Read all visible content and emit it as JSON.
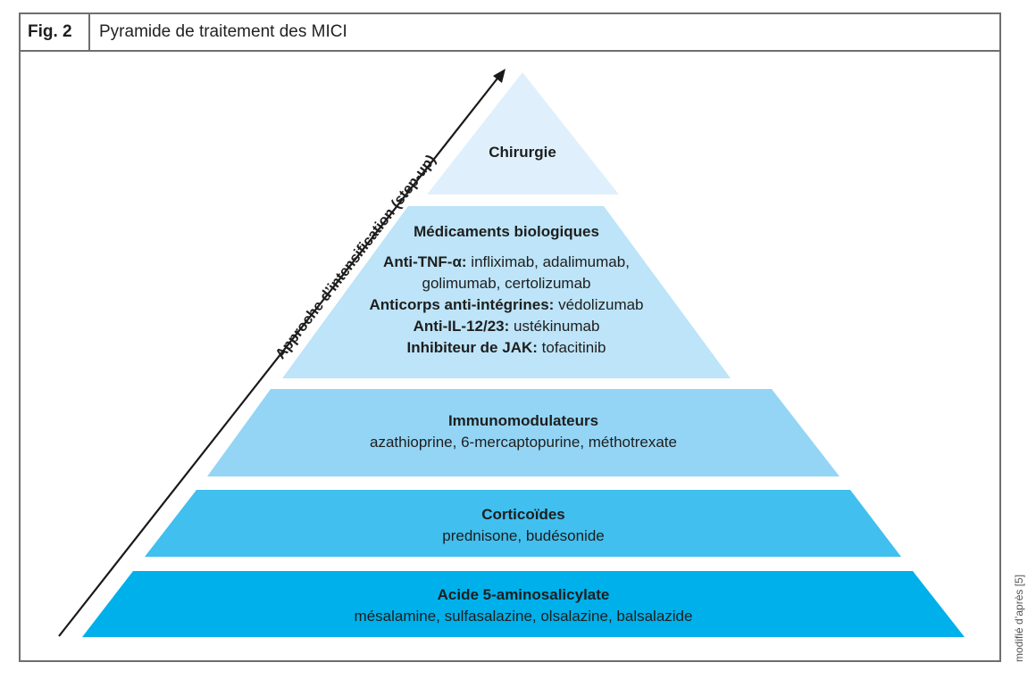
{
  "header": {
    "fig_label": "Fig. 2",
    "title": "Pyramide de traitement des MICI"
  },
  "axis": {
    "label": "Approche d’intensification (step-up)"
  },
  "side_note": "modifié d’après [5]",
  "colors": {
    "tier1": "#dff0fc",
    "tier2": "#bde4f8",
    "tier3": "#94d5f5",
    "tier4": "#41bfef",
    "tier5": "#00b0ea",
    "border": "#6e6e6e",
    "arrow": "#1a1a1a"
  },
  "tiers": [
    {
      "title": "Chirurgie"
    },
    {
      "title": "Médicaments biologiques",
      "lines": [
        {
          "bold": "Anti-TNF-α:",
          "text": " infliximab, adalimumab,"
        },
        {
          "bold": "",
          "text": "golimumab, certolizumab"
        },
        {
          "bold": "Anticorps anti-intégrines:",
          "text": " védolizumab"
        },
        {
          "bold": "Anti-IL-12/23:",
          "text": " ustékinumab"
        },
        {
          "bold": "Inhibiteur de JAK:",
          "text": " tofacitinib"
        }
      ]
    },
    {
      "title": "Immunomodulateurs",
      "subtitle": "azathioprine, 6-mercaptopurine, méthotrexate"
    },
    {
      "title": "Corticoïdes",
      "subtitle": "prednisone, budésonide"
    },
    {
      "title": "Acide 5-aminosalicylate",
      "subtitle": "mésalamine, sulfasalazine, olsalazine, balsalazide"
    }
  ]
}
